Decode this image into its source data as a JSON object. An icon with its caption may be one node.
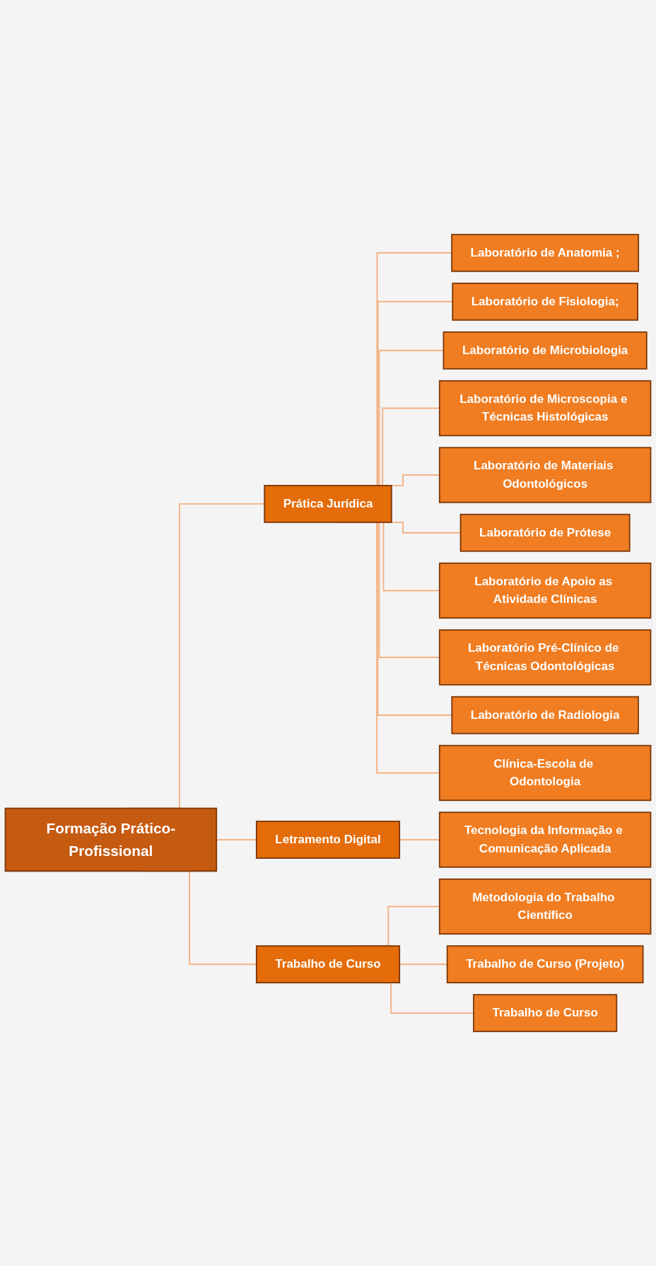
{
  "diagram": {
    "nodes": [
      {
        "text": [
          "Formação Prático-Profissional"
        ]
      },
      {
        "text": [
          "Prática Jurídica"
        ]
      },
      {
        "text": [
          "Letramento Digital"
        ]
      },
      {
        "text": [
          "Trabalho de Curso"
        ]
      },
      {
        "text": [
          "Laboratório de Anatomia ;"
        ]
      },
      {
        "text": [
          "Laboratório de Fisiologia;"
        ]
      },
      {
        "text": [
          "Laboratório de Microbiologia"
        ]
      },
      {
        "text": [
          "Laboratório de Microscopia e Técnicas Histológicas"
        ]
      },
      {
        "text": [
          "Laboratório de Materiais Odontológicos"
        ]
      },
      {
        "text": [
          "Laboratório de Prótese"
        ]
      },
      {
        "text": [
          "Laboratório de Apoio as Atividade Clínicas"
        ]
      },
      {
        "text": [
          "Laboratório Pré-Clínico de Técnicas Odontológicas"
        ]
      },
      {
        "text": [
          "Laboratório de Radiologia"
        ]
      },
      {
        "text": [
          "Clínica-Escola de Odontologia"
        ]
      },
      {
        "text": [
          "Tecnologia da Informação e Comunicação Aplicada"
        ]
      },
      {
        "text": [
          "Metodologia do Trabalho Científico"
        ]
      },
      {
        "text": [
          "Trabalho de Curso (Projeto)"
        ]
      },
      {
        "text": [
          "Trabalho de Curso"
        ]
      }
    ],
    "edges": [
      {
        "from": 0,
        "to": 1,
        "arrow": "none"
      },
      {
        "from": 0,
        "to": 2,
        "arrow": "none"
      },
      {
        "from": 0,
        "to": 3,
        "arrow": "none"
      },
      {
        "from": 1,
        "to": 4,
        "arrow": "none"
      },
      {
        "from": 1,
        "to": 5,
        "arrow": "none"
      },
      {
        "from": 1,
        "to": 6,
        "arrow": "none"
      },
      {
        "from": 1,
        "to": 7,
        "arrow": "none"
      },
      {
        "from": 1,
        "to": 8,
        "arrow": "none"
      },
      {
        "from": 1,
        "to": 9,
        "arrow": "none"
      },
      {
        "from": 1,
        "to": 10,
        "arrow": "none"
      },
      {
        "from": 1,
        "to": 11,
        "arrow": "none"
      },
      {
        "from": 1,
        "to": 12,
        "arrow": "none"
      },
      {
        "from": 1,
        "to": 13,
        "arrow": "none"
      },
      {
        "from": 2,
        "to": 14,
        "arrow": "none"
      },
      {
        "from": 3,
        "to": 15,
        "arrow": "none"
      },
      {
        "from": 3,
        "to": 16,
        "arrow": "none"
      },
      {
        "from": 3,
        "to": 17,
        "arrow": "none"
      }
    ]
  }
}
